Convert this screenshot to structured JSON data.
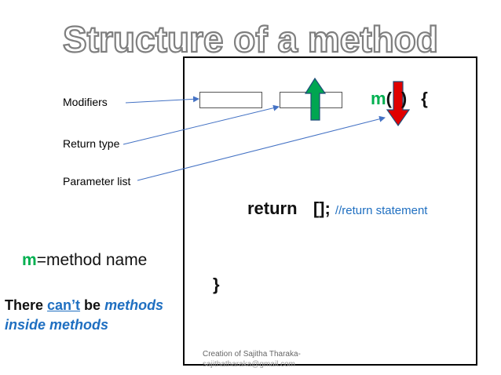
{
  "title": "Structure of a method",
  "labels": {
    "modifiers": "Modifiers",
    "return_type": "Return type",
    "parameter_list": "Parameter list"
  },
  "code": {
    "method_letter": "m",
    "open_paren": "(",
    "close_paren": ")",
    "open_brace": "{",
    "return_keyword": "return",
    "return_value": "[];",
    "return_comment": "//return statement",
    "close_brace": "}"
  },
  "legend": {
    "m": "m",
    "equals_text": "=method name"
  },
  "note": {
    "part1": "There ",
    "cant": "can’t",
    "part2": " be ",
    "methods": "methods",
    "line2": "inside methods"
  },
  "footer": {
    "line1": "Creation of Sajitha Tharaka-",
    "line2": "sajithatharaka@gmail.com"
  },
  "colors": {
    "title_outline": "#7f7f7f",
    "accent_green": "#00b050",
    "accent_blue": "#1f6fc1",
    "arrow_up_fill": "#00a651",
    "arrow_down_fill": "#e00000",
    "pointer_line": "#4472c4"
  },
  "icons": [
    "up-arrow-icon",
    "down-arrow-icon"
  ]
}
